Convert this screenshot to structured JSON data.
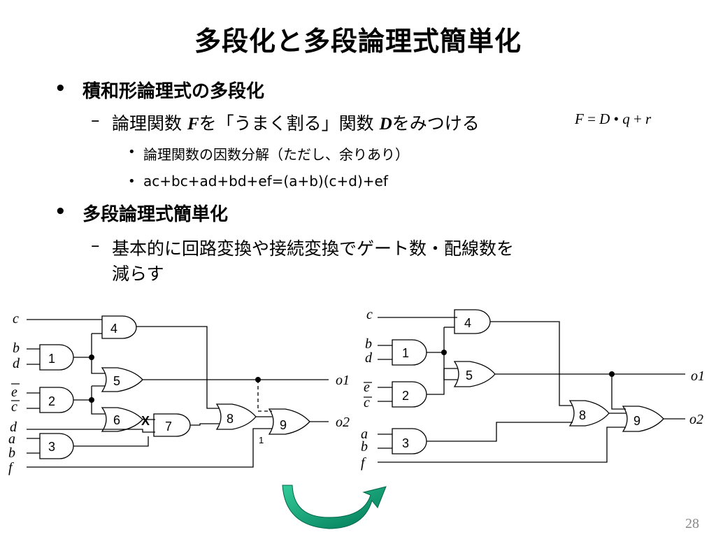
{
  "slide": {
    "title": "多段化と多段論理式簡単化",
    "page_number": "28"
  },
  "bullets": {
    "b1": "積和形論理式の多段化",
    "b1_sub_pre": "論理関数",
    "b1_sub_F": "F",
    "b1_sub_mid": "を「うまく割る」関数",
    "b1_sub_D": "D",
    "b1_sub_post": "をみつける",
    "b1_sub_items": [
      "論理関数の因数分解（ただし、余りあり）",
      "ac+bc+ad+bd+ef=(a+b)(c+d)+ef"
    ],
    "b2": "多段論理式簡単化",
    "b2_sub_line1": "基本的に回路変換や接続変換でゲート数・配線数を",
    "b2_sub_line2": "減らす"
  },
  "formula": {
    "F": "F",
    "eq": "=",
    "D": "D",
    "dot": "•",
    "q": "q",
    "plus": "+",
    "r": "r"
  },
  "left_circuit": {
    "inputs": [
      "c",
      "b",
      "d",
      "e",
      "c",
      "d",
      "a",
      "b",
      "f"
    ],
    "gates": [
      "4",
      "1",
      "5",
      "2",
      "6",
      "7",
      "3",
      "8",
      "9"
    ],
    "outputs": [
      "o1",
      "o2"
    ],
    "cut_mark": "X",
    "constant": "1"
  },
  "right_circuit": {
    "inputs": [
      "c",
      "b",
      "d",
      "e",
      "c",
      "a",
      "b",
      "f"
    ],
    "gates": [
      "4",
      "1",
      "5",
      "2",
      "3",
      "8",
      "9"
    ],
    "outputs": [
      "o1",
      "o2"
    ]
  },
  "colors": {
    "arrow_light": "#33cc99",
    "arrow_dark": "#007755"
  }
}
